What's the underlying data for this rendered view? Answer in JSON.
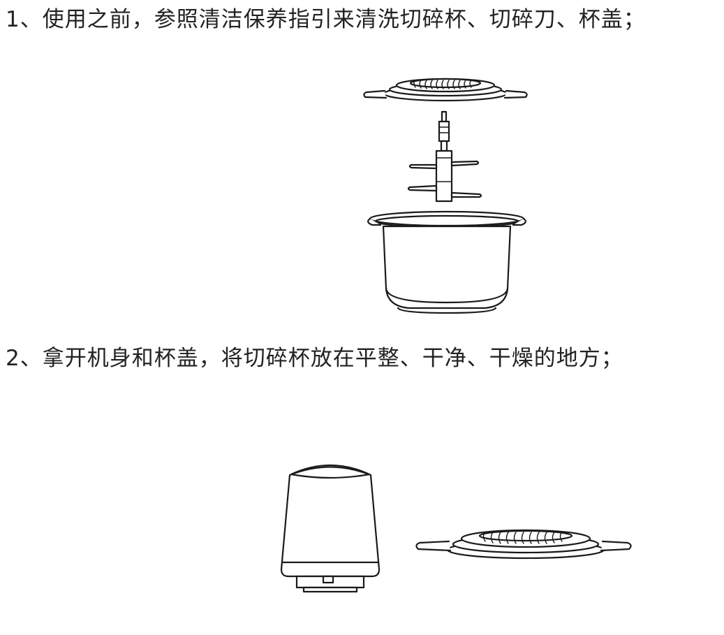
{
  "steps": [
    {
      "text": "1、使用之前，参照清洁保养指引来清洗切碎杯、切碎刀、杯盖；"
    },
    {
      "text": "2、拿开机身和杯盖，将切碎杯放在平整、干净、干燥的地方；"
    }
  ],
  "illustrations": [
    {
      "icon": "exploded-chopper-parts-icon",
      "parts": [
        "lid",
        "blade",
        "bowl"
      ]
    },
    {
      "icon": "motor-body-and-lid-icon",
      "parts": [
        "motor-body",
        "lid"
      ]
    }
  ]
}
